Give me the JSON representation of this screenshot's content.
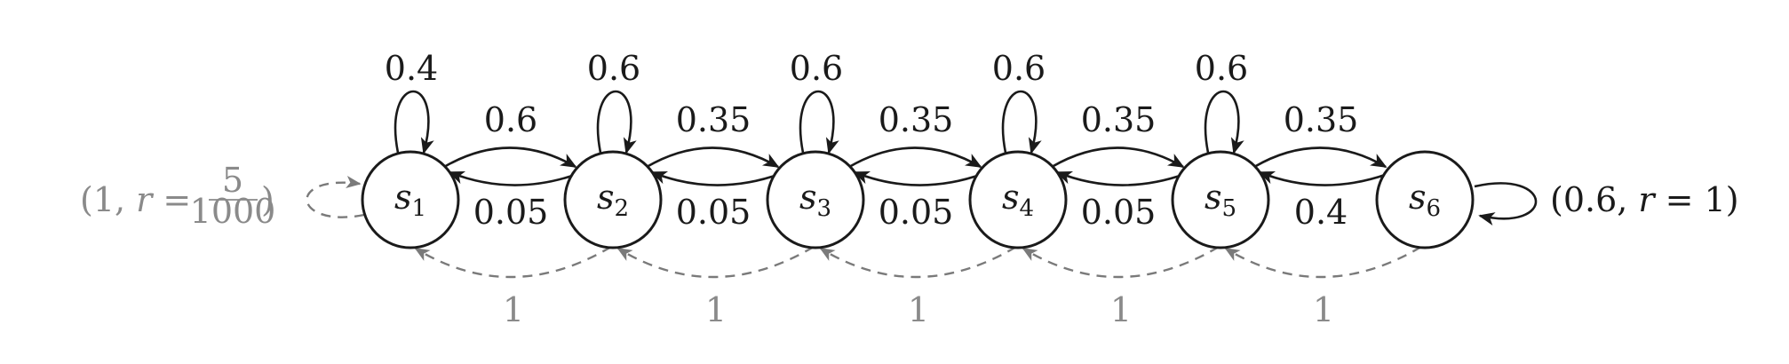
{
  "states": [
    {
      "letter": "s",
      "index": "1"
    },
    {
      "letter": "s",
      "index": "2"
    },
    {
      "letter": "s",
      "index": "3"
    },
    {
      "letter": "s",
      "index": "4"
    },
    {
      "letter": "s",
      "index": "5"
    },
    {
      "letter": "s",
      "index": "6"
    }
  ],
  "self_loops": [
    "0.4",
    "0.6",
    "0.6",
    "0.6",
    "0.6"
  ],
  "forward": [
    "0.6",
    "0.35",
    "0.35",
    "0.35",
    "0.35"
  ],
  "backward": [
    "0.05",
    "0.05",
    "0.05",
    "0.05",
    "0.4"
  ],
  "reset": [
    "1",
    "1",
    "1",
    "1",
    "1"
  ],
  "left_reward": {
    "open": "(1, ",
    "r": "r",
    "eq": " = ",
    "numerator": "5",
    "denominator": "1000",
    "close": ")"
  },
  "right_reward": {
    "open": "(0.6, ",
    "r": "r",
    "eq": " = 1)"
  },
  "colors": {
    "ink": "#1a1a1a",
    "dashed": "#7a7a7a",
    "gray_text": "#8a8a8a"
  }
}
